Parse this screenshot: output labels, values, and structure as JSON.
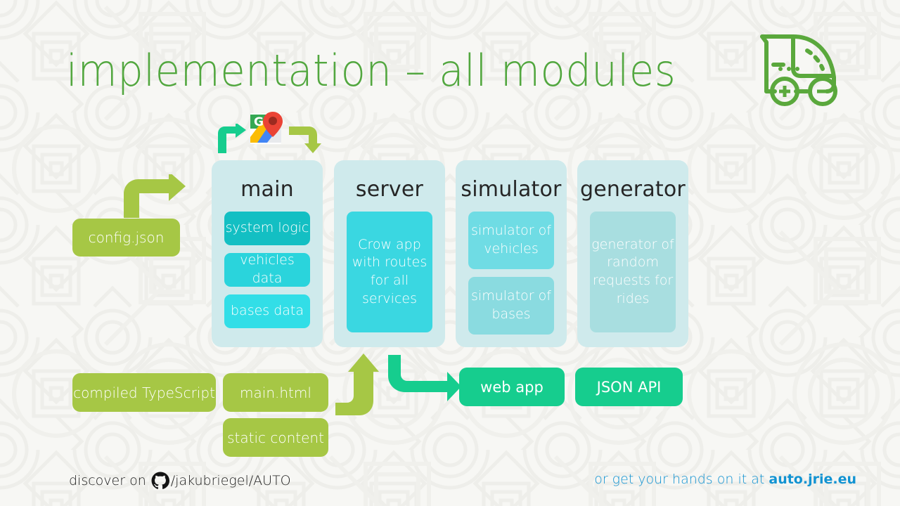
{
  "slide": {
    "title": "implementation – all modules",
    "title_color": "#52a73f",
    "background_color": "#f7f7f4"
  },
  "logo": {
    "name": "auto-vehicle-logo",
    "color": "#5aa83c",
    "wheel_left_symbol": "+",
    "wheel_right_symbol": "−"
  },
  "maps": {
    "icon_name": "google-maps-icon",
    "letter": "G",
    "arrow_in_name": "arrow-maps-into-main",
    "arrow_in_color": "#16cd8e",
    "arrow_out_name": "arrow-maps-out-to-server",
    "arrow_out_color": "#a6c745"
  },
  "modules": [
    {
      "key": "main",
      "title": "main",
      "boxes": [
        {
          "label": "system logic",
          "color": "#13bfc3"
        },
        {
          "label": "vehicles data",
          "color": "#2ad4dc"
        },
        {
          "label": "bases data",
          "color": "#32dee7"
        }
      ]
    },
    {
      "key": "server",
      "title": "server",
      "boxes": [
        {
          "label": "Crow app with routes for all services",
          "color": "#3ad7e1"
        }
      ]
    },
    {
      "key": "simulator",
      "title": "simulator",
      "boxes": [
        {
          "label": "simulator of vehicles",
          "color": "#6fdce4"
        },
        {
          "label": "simulator of bases",
          "color": "#8adbe0"
        }
      ]
    },
    {
      "key": "generator",
      "title": "generator",
      "boxes": [
        {
          "label": "generator of random requests for rides",
          "color": "#a8dee0"
        }
      ]
    }
  ],
  "module_container_color": "#cfeaec",
  "inputs": {
    "config_json": "config.json",
    "compiled_typescript": "compiled TypeScript",
    "main_html": "main.html",
    "static_content": "static content",
    "color": "#a6c745"
  },
  "outputs": {
    "web_app": "web app",
    "json_api": "JSON API",
    "color": "#16cd8e"
  },
  "arrows": {
    "config_to_main": "arrow-config-to-main",
    "html_to_server": "arrow-main-html-to-server",
    "server_to_webapp": "arrow-server-to-web-app"
  },
  "footer": {
    "left_prefix": "discover on",
    "github_icon": "github-icon",
    "repo": "/jakubriegel/AUTO",
    "right_prefix": "or get your hands on it at",
    "site": "auto.jrie.eu",
    "right_color": "#1293d2"
  }
}
